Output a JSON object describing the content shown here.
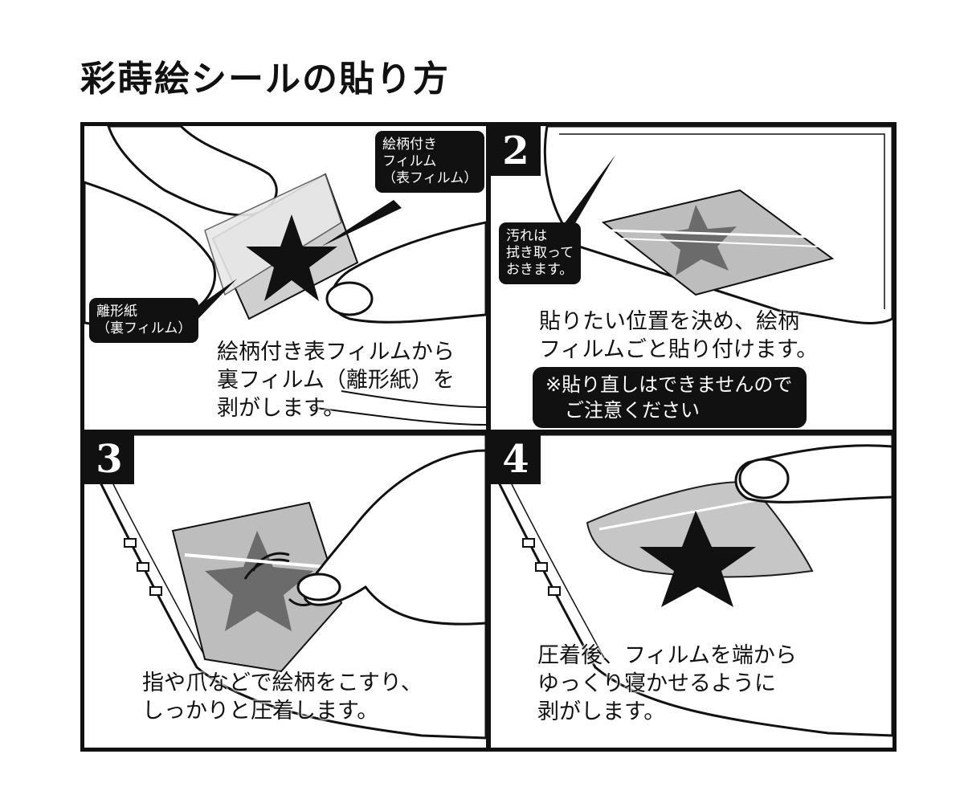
{
  "title": "彩蒔絵シールの貼り方",
  "panels": [
    {
      "number": "",
      "labels": {
        "front_film": [
          "絵柄付き",
          "フィルム",
          "（表フィルム）"
        ],
        "back_film": [
          "離形紙",
          "（裏フィルム）"
        ]
      },
      "caption": [
        "絵柄付き表フィルムから",
        "裏フィルム（離形紙）を",
        "剥がします。"
      ]
    },
    {
      "number": "2",
      "labels": {
        "wipe": [
          "汚れは",
          "拭き取って",
          "おきます。"
        ]
      },
      "caption": [
        "貼りたい位置を決め、絵柄",
        "フィルムごと貼り付けます。"
      ],
      "note": [
        "※貼り直しはできませんので",
        "　ご注意ください"
      ]
    },
    {
      "number": "3",
      "caption": [
        "指や爪などで絵柄をこすり、",
        "しっかりと圧着します。"
      ]
    },
    {
      "number": "4",
      "caption": [
        "圧着後、フィルムを端から",
        "ゆっくり寝かせるように",
        "剥がします。"
      ]
    }
  ]
}
